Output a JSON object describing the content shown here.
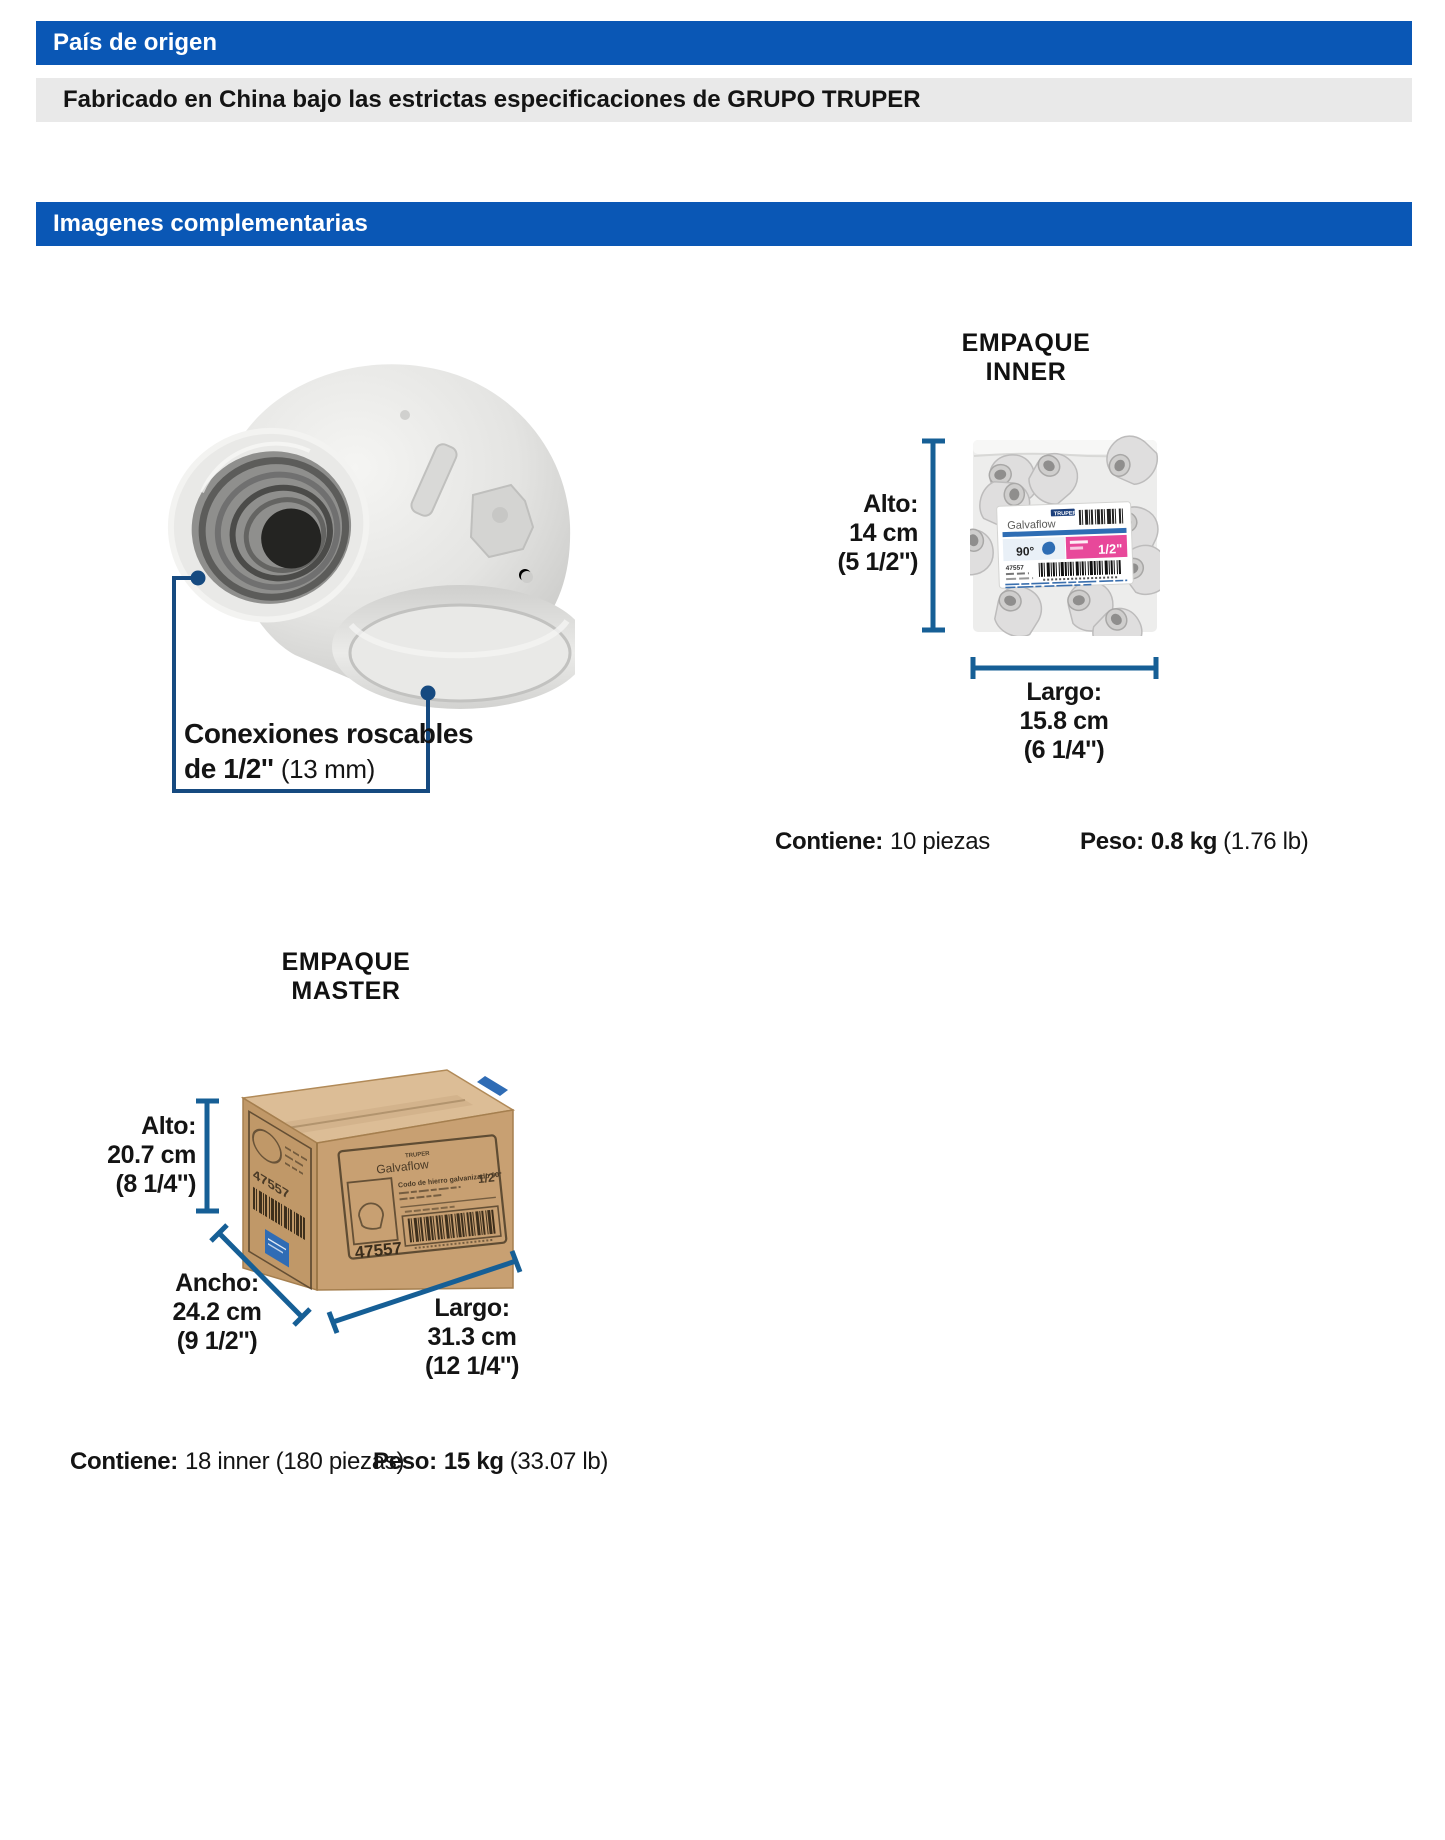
{
  "colors": {
    "header_blue": "#0a57b5",
    "bar_gray": "#e9e9e9",
    "dimension_line": "#165f96",
    "callout_line": "#164a80",
    "label_pink": "#e8489a",
    "label_blue": "#2e6db4",
    "cardboard_front": "#c8a072",
    "cardboard_left": "#c09868",
    "cardboard_top": "#dcbd96"
  },
  "origin_section": {
    "header": "País de origen",
    "body": "Fabricado en China bajo las estrictas especificaciones de GRUPO TRUPER"
  },
  "images_section": {
    "header": "Imagenes complementarias"
  },
  "product_figure": {
    "callout": {
      "line1": "Conexiones roscables",
      "line2_bold": "de 1/2''",
      "line2_note": "(13 mm)"
    }
  },
  "inner_pack": {
    "title": "EMPAQUE INNER",
    "height_dim": {
      "label": "Alto:",
      "metric": "14 cm",
      "imperial": "(5 1/2'')"
    },
    "length_dim": {
      "label": "Largo:",
      "metric": "15.8 cm",
      "imperial": "(6 1/4'')"
    },
    "contains": {
      "label": "Contiene:",
      "value": "10 piezas"
    },
    "weight": {
      "label": "Peso:",
      "value": "0.8 kg",
      "note": "(1.76 lb)"
    },
    "bag_label": {
      "logo": "TRUPER",
      "brand": "Galvaflow",
      "angle": "90°",
      "size": "1/2\"",
      "sku": "47557"
    }
  },
  "master_pack": {
    "title": "EMPAQUE MASTER",
    "height_dim": {
      "label": "Alto:",
      "metric": "20.7 cm",
      "imperial": "(8 1/4'')"
    },
    "width_dim": {
      "label": "Ancho:",
      "metric": "24.2 cm",
      "imperial": "(9 1/2'')"
    },
    "length_dim": {
      "label": "Largo:",
      "metric": "31.3 cm",
      "imperial": "(12 1/4'')"
    },
    "contains": {
      "label": "Contiene:",
      "value": "18 inner (180 piezas)"
    },
    "weight": {
      "label": "Peso:",
      "value": "15 kg",
      "note": "(33.07 lb)"
    },
    "box_label": {
      "logo": "TRUPER",
      "brand": "Galvaflow",
      "desc": "Codo de hierro galvanizado 90°",
      "size": "1/2\"",
      "sku": "47557"
    }
  }
}
